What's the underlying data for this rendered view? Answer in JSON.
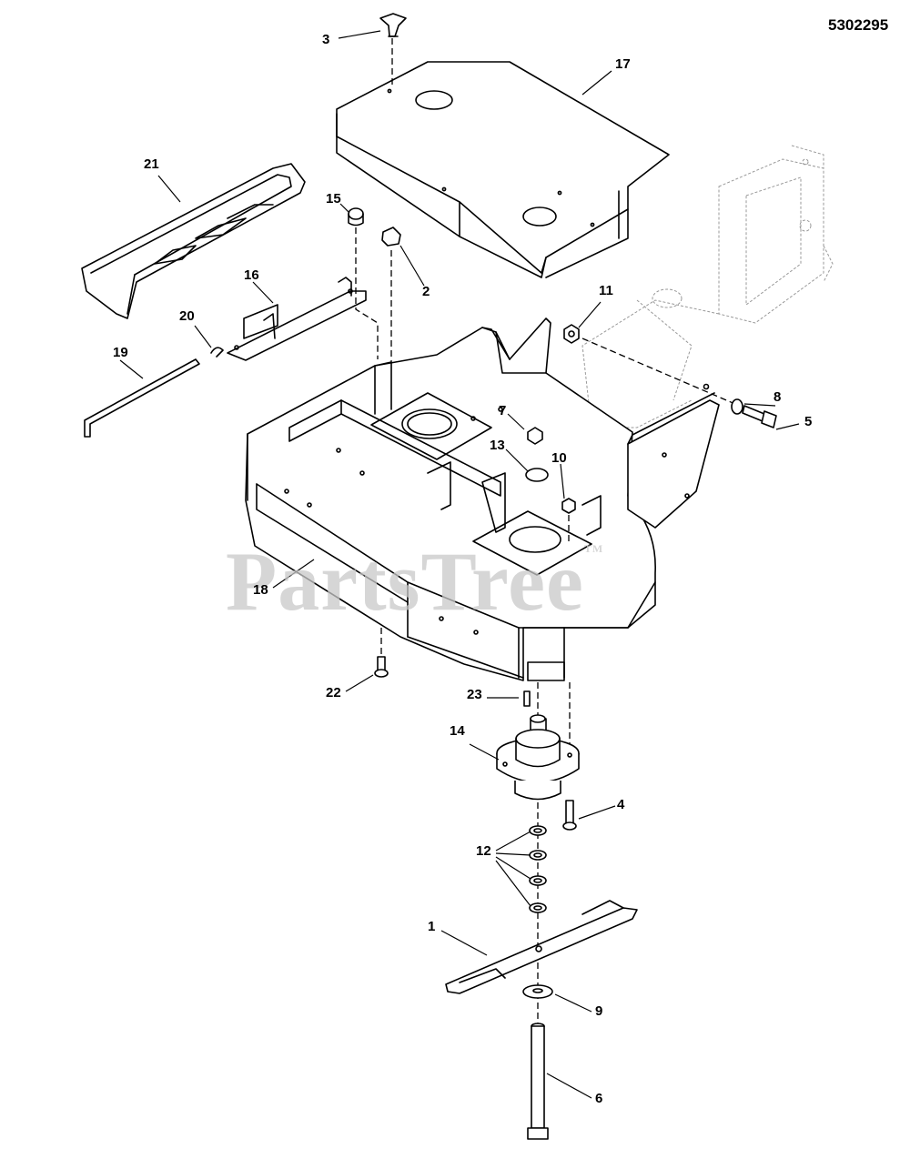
{
  "diagram": {
    "document_id": "5302295",
    "watermark": {
      "text": "PartsTree",
      "mark": "TM"
    },
    "callouts": [
      {
        "id": "1",
        "label": "1"
      },
      {
        "id": "2",
        "label": "2"
      },
      {
        "id": "3",
        "label": "3"
      },
      {
        "id": "4",
        "label": "4"
      },
      {
        "id": "5",
        "label": "5"
      },
      {
        "id": "6",
        "label": "6"
      },
      {
        "id": "7",
        "label": "7"
      },
      {
        "id": "8",
        "label": "8"
      },
      {
        "id": "9",
        "label": "9"
      },
      {
        "id": "10",
        "label": "10"
      },
      {
        "id": "11",
        "label": "11"
      },
      {
        "id": "12",
        "label": "12"
      },
      {
        "id": "13",
        "label": "13"
      },
      {
        "id": "14",
        "label": "14"
      },
      {
        "id": "15",
        "label": "15"
      },
      {
        "id": "16",
        "label": "16"
      },
      {
        "id": "17",
        "label": "17"
      },
      {
        "id": "18",
        "label": "18"
      },
      {
        "id": "19",
        "label": "19"
      },
      {
        "id": "20",
        "label": "20"
      },
      {
        "id": "21",
        "label": "21"
      },
      {
        "id": "22",
        "label": "22"
      },
      {
        "id": "23",
        "label": "23"
      }
    ]
  }
}
